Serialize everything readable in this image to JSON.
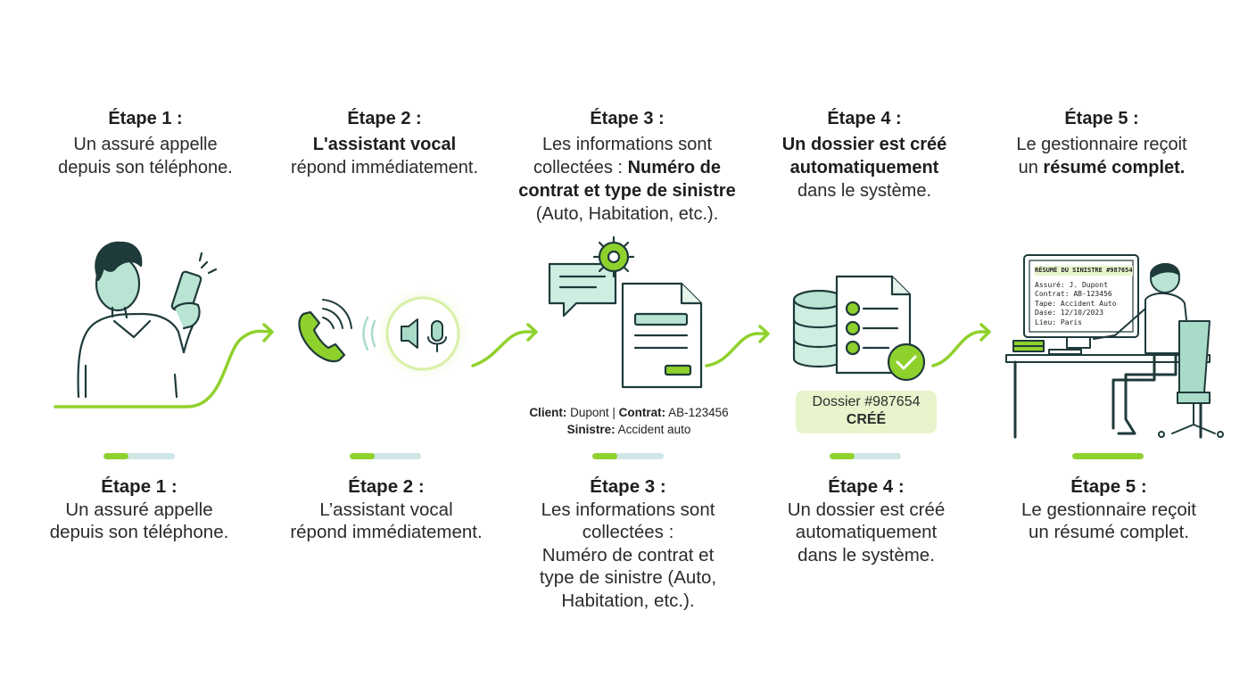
{
  "colors": {
    "accent": "#8fd12c",
    "mint": "#a9dcc8",
    "ink": "#1f3a3a",
    "bar_bg": "#cfe6e6",
    "highlight": "#e8f4cc"
  },
  "top_steps": [
    {
      "title": "Étape 1 :",
      "lines": [
        {
          "parts": [
            {
              "t": "Un assuré appelle",
              "b": false
            }
          ]
        },
        {
          "parts": [
            {
              "t": "depuis son téléphone.",
              "b": false
            }
          ]
        }
      ]
    },
    {
      "title": "Étape 2 :",
      "lines": [
        {
          "parts": [
            {
              "t": "L'assistant vocal",
              "b": true
            }
          ]
        },
        {
          "parts": [
            {
              "t": "répond immédiatement.",
              "b": false
            }
          ]
        }
      ]
    },
    {
      "title": "Étape 3 :",
      "lines": [
        {
          "parts": [
            {
              "t": "Les informations sont",
              "b": false
            }
          ]
        },
        {
          "parts": [
            {
              "t": "collectées : ",
              "b": false
            },
            {
              "t": "Numéro de",
              "b": true
            }
          ]
        },
        {
          "parts": [
            {
              "t": "contrat et type de sinistre",
              "b": true
            }
          ]
        },
        {
          "parts": [
            {
              "t": "(Auto, Habitation, etc.).",
              "b": false
            }
          ]
        }
      ]
    },
    {
      "title": "Étape 4 :",
      "lines": [
        {
          "parts": [
            {
              "t": "Un dossier est créé",
              "b": true
            }
          ]
        },
        {
          "parts": [
            {
              "t": "automatiquement",
              "b": true
            }
          ]
        },
        {
          "parts": [
            {
              "t": "dans le système.",
              "b": false
            }
          ]
        }
      ]
    },
    {
      "title": "Étape 5 :",
      "lines": [
        {
          "parts": [
            {
              "t": "Le gestionnaire reçoit",
              "b": false
            }
          ]
        },
        {
          "parts": [
            {
              "t": "un ",
              "b": false
            },
            {
              "t": "résumé complet.",
              "b": true
            }
          ]
        }
      ]
    }
  ],
  "bottom_steps": [
    {
      "title": "Étape 1 :",
      "lines": [
        "Un assuré appelle",
        "depuis son téléphone."
      ],
      "progress": 0.35
    },
    {
      "title": "Étape 2 :",
      "lines": [
        "L’assistant vocal",
        "répond immédiatement."
      ],
      "progress": 0.35
    },
    {
      "title": "Étape 3 :",
      "lines": [
        "Les informations sont",
        "collectées :",
        "Numéro de contrat et",
        "type de sinistre (Auto,",
        "Habitation, etc.)."
      ],
      "progress": 0.35
    },
    {
      "title": "Étape 4 :",
      "lines": [
        "Un dossier est créé",
        "automatiquement",
        "dans le système."
      ],
      "progress": 0.35
    },
    {
      "title": "Étape 5 :",
      "lines": [
        "Le gestionnaire reçoit",
        "un résumé complet."
      ],
      "progress": 1.0
    }
  ],
  "step3_caption": {
    "client_label": "Client:",
    "client_value": " Dupont | ",
    "contrat_label": "Contrat:",
    "contrat_value": " AB-123456",
    "sinistre_label": "Sinistre:",
    "sinistre_value": " Accident auto"
  },
  "dossier": {
    "line1": "Dossier #987654",
    "line2": "CRÉÉ"
  },
  "summary_screen": {
    "title": "RÉSUMÉ DU SINISTRE #987654",
    "rows": [
      "Assuré: J. Dupont",
      "Contrat: AB-123456",
      "Tape: Accident Auto",
      "Dase: 12/10/2023",
      "Lieu: Paris"
    ]
  },
  "icons": [
    "person-phone-icon",
    "phone-icon",
    "microphone-icon",
    "chat-gear-icon",
    "document-icon",
    "database-icon",
    "checklist-icon",
    "check-badge-icon",
    "manager-desk-icon"
  ]
}
